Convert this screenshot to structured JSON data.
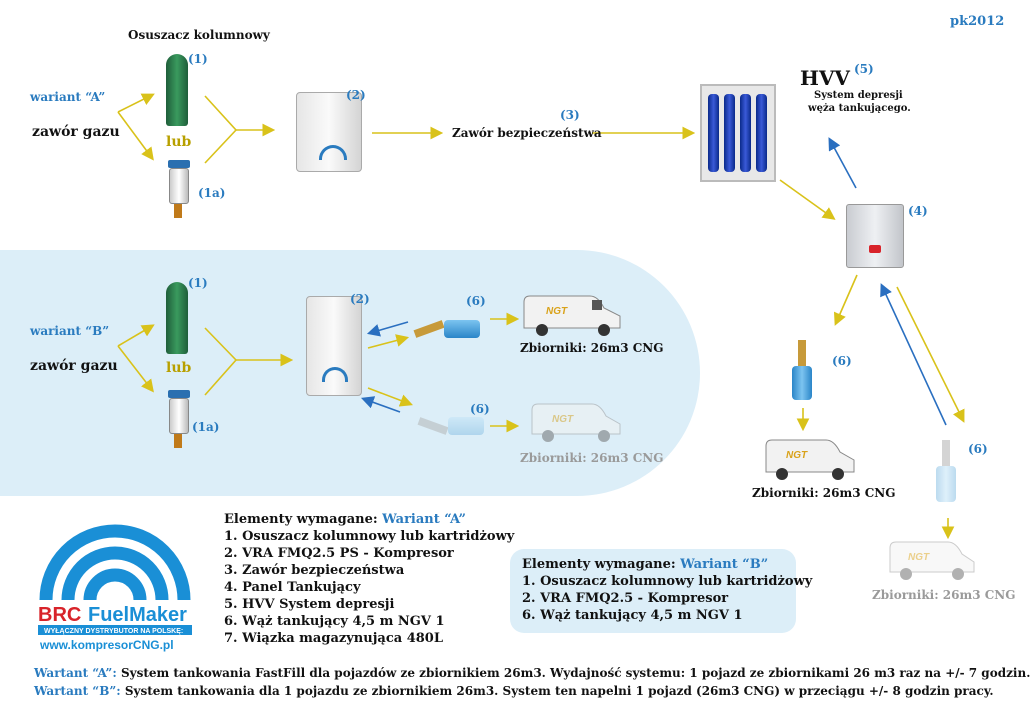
{
  "header": {
    "tag": "pk2012"
  },
  "variant_a": {
    "dryer_title": "Osuszacz kolumnowy",
    "label": "wariant “A”",
    "gas_valve": "zawór gazu",
    "or": "lub",
    "n1": "(1)",
    "n1a": "(1a)",
    "n2": "(2)",
    "n3": "(3)",
    "safety_valve": "Zawór bezpieczeństwa",
    "hvv": "HVV",
    "n5": "(5)",
    "hvv_desc_1": "System depresji",
    "hvv_desc_2": "węża tankującego.",
    "n4": "(4)"
  },
  "variant_b": {
    "label": "wariant “B”",
    "gas_valve": "zawór gazu",
    "or": "lub",
    "n1": "(1)",
    "n1a": "(1a)",
    "n2": "(2)",
    "n6a": "(6)",
    "n6b": "(6)",
    "tank_active": "Zbiorniki: 26m3 CNG",
    "tank_grey": "Zbiorniki: 26m3 CNG"
  },
  "right_side": {
    "n6a": "(6)",
    "n6b": "(6)",
    "tank_active": "Zbiorniki: 26m3 CNG",
    "tank_grey": "Zbiorniki: 26m3 CNG"
  },
  "van_logo": "NGT",
  "list_a": {
    "title": "Elementy wymagane: ",
    "variant": "Wariant “A”",
    "items": [
      "1. Osuszacz kolumnowy lub kartridżowy",
      "2. VRA FMQ2.5 PS - Kompresor",
      "3. Zawór bezpieczeństwa",
      "4.  Panel Tankujący",
      "5. HVV System depresji",
      "6. Wąż tankujący 4,5 m NGV 1",
      "7. Wiązka magazynująca 480L"
    ]
  },
  "list_b": {
    "title": "Elementy wymagane: ",
    "variant": "Wariant “B”",
    "items": [
      "1. Osuszacz kolumnowy lub kartridżowy",
      "2. VRA FMQ2.5  - Kompresor",
      "6. Wąż tankujący 4,5 m NGV 1"
    ]
  },
  "logo": {
    "brand_1": "BRC",
    "brand_2": "FuelMaker",
    "tagline": "WYŁĄCZNY DYSTRYBUTOR NA POLSKĘ:",
    "url": "www.kompresorCNG.pl"
  },
  "footer": {
    "a_label": "Wartant “A”:",
    "a_text": " System tankowania FastFill dla pojazdów ze zbiornikiem 26m3. Wydajność systemu: 1 pojazd ze zbiornikami 26 m3 raz na +/- 7 godzin.",
    "b_label": "Wartant “B”:",
    "b_text": " System tankowania dla 1 pojazdu ze zbiornikiem 26m3. System ten napelni 1 pojazd (26m3 CNG) w przeciągu +/- 8 godzin pracy."
  },
  "colors": {
    "accent_blue": "#2a7bbf",
    "arrow_yellow": "#d9c21a",
    "arrow_blue": "#2a6fc0",
    "band": "#dceef8",
    "brc_red": "#d8232a"
  }
}
